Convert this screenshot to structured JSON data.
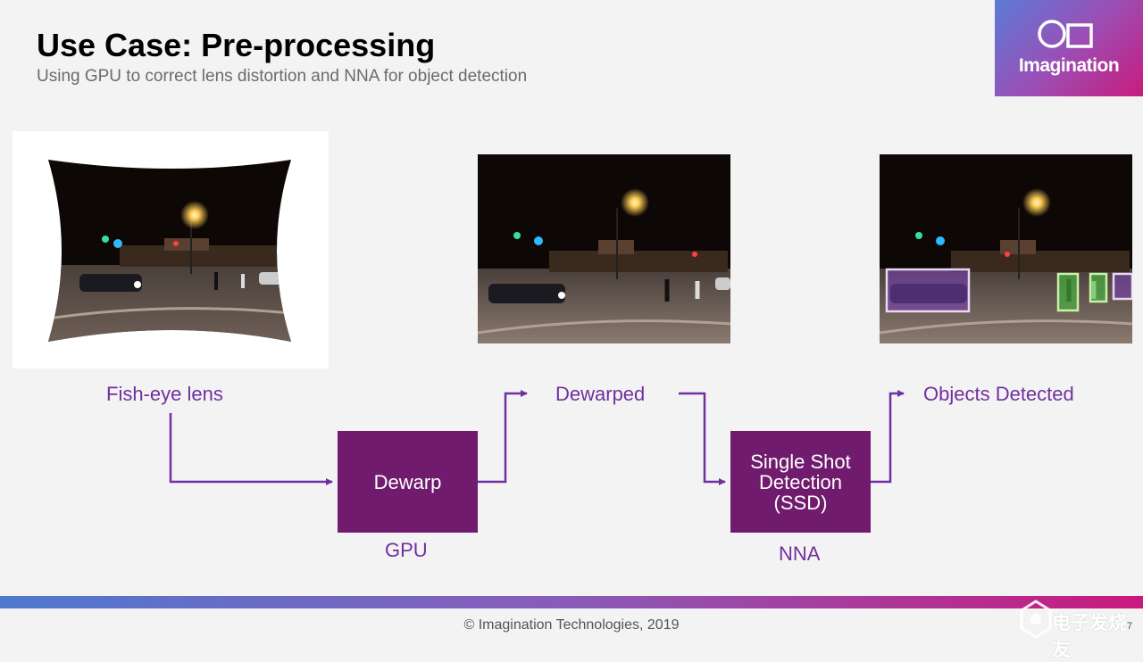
{
  "slide": {
    "title": "Use Case: Pre-processing",
    "subtitle": "Using GPU to correct lens distortion and NNA for object detection"
  },
  "logo": {
    "wordmark": "Imagination",
    "icon": "imagination-logo-icon"
  },
  "stages": {
    "fisheye": {
      "label": "Fish-eye lens",
      "image": "fisheye-street-night-photo"
    },
    "dewarped": {
      "label": "Dewarped",
      "image": "dewarped-street-night-photo"
    },
    "detected": {
      "label": "Objects Detected",
      "image": "detected-objects-street-photo"
    }
  },
  "processes": {
    "dewarp": {
      "label": "Dewarp",
      "unit": "GPU"
    },
    "ssd": {
      "label_lines": [
        "Single Shot",
        "Detection",
        "(SSD)"
      ],
      "unit": "NNA"
    }
  },
  "colors": {
    "accent_purple": "#7030a0",
    "process_box": "#711b6e",
    "bar_start": "#4f79cf",
    "bar_end": "#c9197e"
  },
  "footer": {
    "copyright": "© Imagination Technologies, 2019",
    "page": "7",
    "watermark": "电子发烧友"
  }
}
